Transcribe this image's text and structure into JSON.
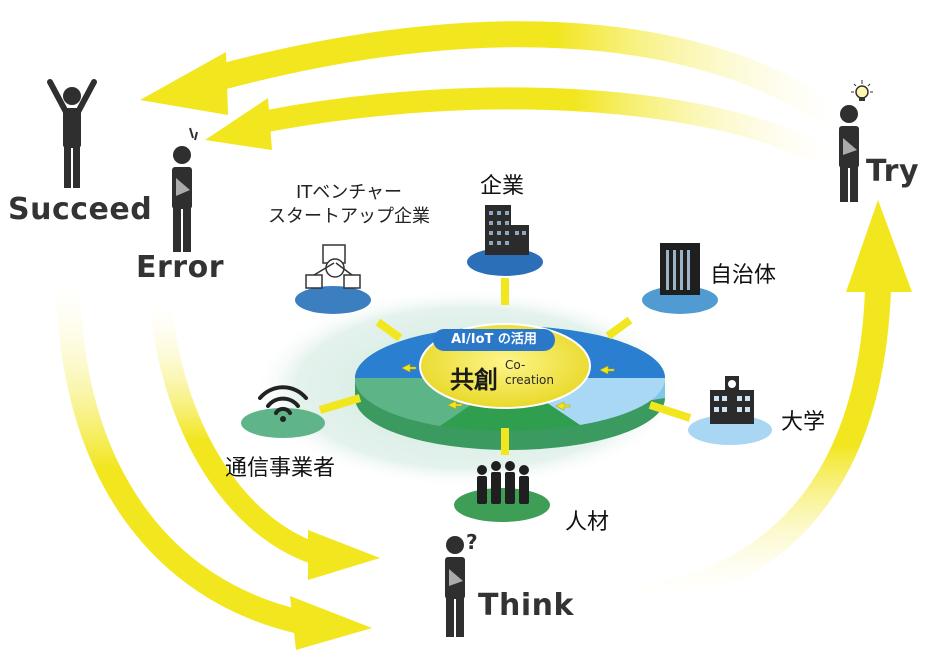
{
  "cycle": {
    "succeed": "Succeed",
    "error": "Error",
    "try": "Try",
    "think": "Think"
  },
  "hub": {
    "badge": "AI/IoT の活用",
    "title": "共創",
    "subtitle_line1": "Co-",
    "subtitle_line2": "creation"
  },
  "stakeholders": {
    "ventures_line1": "ITベンチャー",
    "ventures_line2": "スタートアップ企業",
    "companies": "企業",
    "municipality": "自治体",
    "university": "大学",
    "telecom": "通信事業者",
    "talent": "人材"
  },
  "colors": {
    "arrow_yellow": "#f2e61e",
    "platter_blue": "#2a7fd0",
    "platter_green": "#3caa5c",
    "platter_lightblue": "#9fd3f2",
    "hub_yellow": "#f3e64a",
    "figure": "#2f2f2f"
  },
  "icons": [
    "person-arms-up-icon",
    "person-thinking-icon",
    "lightbulb-icon",
    "question-mark-icon",
    "building-icon",
    "city-hall-icon",
    "school-icon",
    "wifi-icon",
    "network-icon",
    "crowd-icon"
  ]
}
